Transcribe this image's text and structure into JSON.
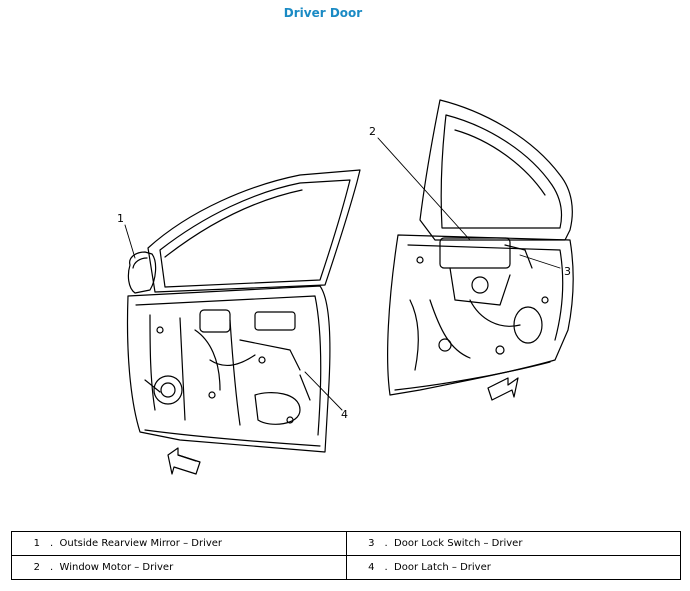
{
  "title": "Driver Door",
  "callouts": [
    {
      "number": "1",
      "label": "Outside Rearview Mirror – Driver"
    },
    {
      "number": "2",
      "label": "Window Motor – Driver"
    },
    {
      "number": "3",
      "label": "Door Lock Switch – Driver"
    },
    {
      "number": "4",
      "label": "Door Latch – Driver"
    }
  ]
}
